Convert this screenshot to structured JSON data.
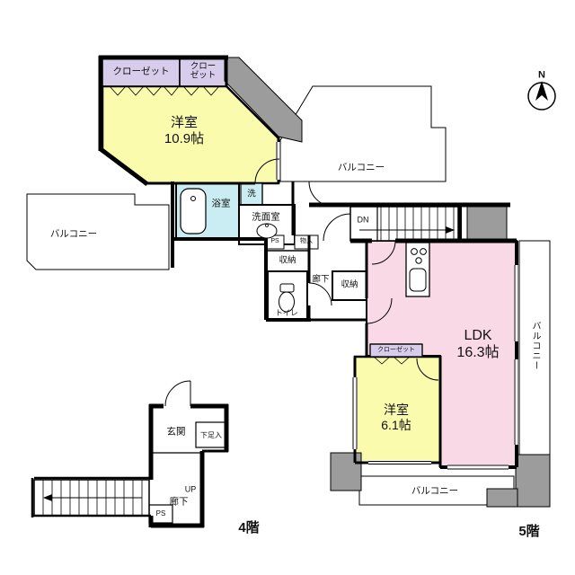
{
  "labels": {
    "closet_top_1": "クローゼット",
    "closet_top_2": "クロー\nゼット",
    "bedroom_109": "洋室\n10.9帖",
    "balcony_top": "バルコニー",
    "bath": "浴室",
    "wash": "洗",
    "washroom": "洗面室",
    "balcony_left": "バルコニー",
    "stairs_dn": "DN",
    "ps_mid": "PS",
    "monoire": "物入",
    "storage_1": "収納",
    "corridor_upper": "廊下",
    "storage_2": "収納",
    "toilet": "トイレ",
    "ldk": "LDK\n16.3帖",
    "closet_2": "クローゼット",
    "bedroom_61": "洋室\n6.1帖",
    "balcony_right": "バルコニー",
    "balcony_bottom": "バルコニー",
    "entrance": "玄関",
    "shoe_box": "下足入",
    "stairs_up": "UP",
    "corridor_lower": "廊下",
    "ps_bottom": "PS",
    "floor_4": "4階",
    "floor_5": "5階",
    "compass_n": "N"
  },
  "colors": {
    "bedroom": "#fbfbae",
    "ldk": "#f9d9e6",
    "bath": "#c9edf3",
    "closet": "#d8cceb",
    "structure": "#9c9c9c",
    "wall": "#000000"
  }
}
